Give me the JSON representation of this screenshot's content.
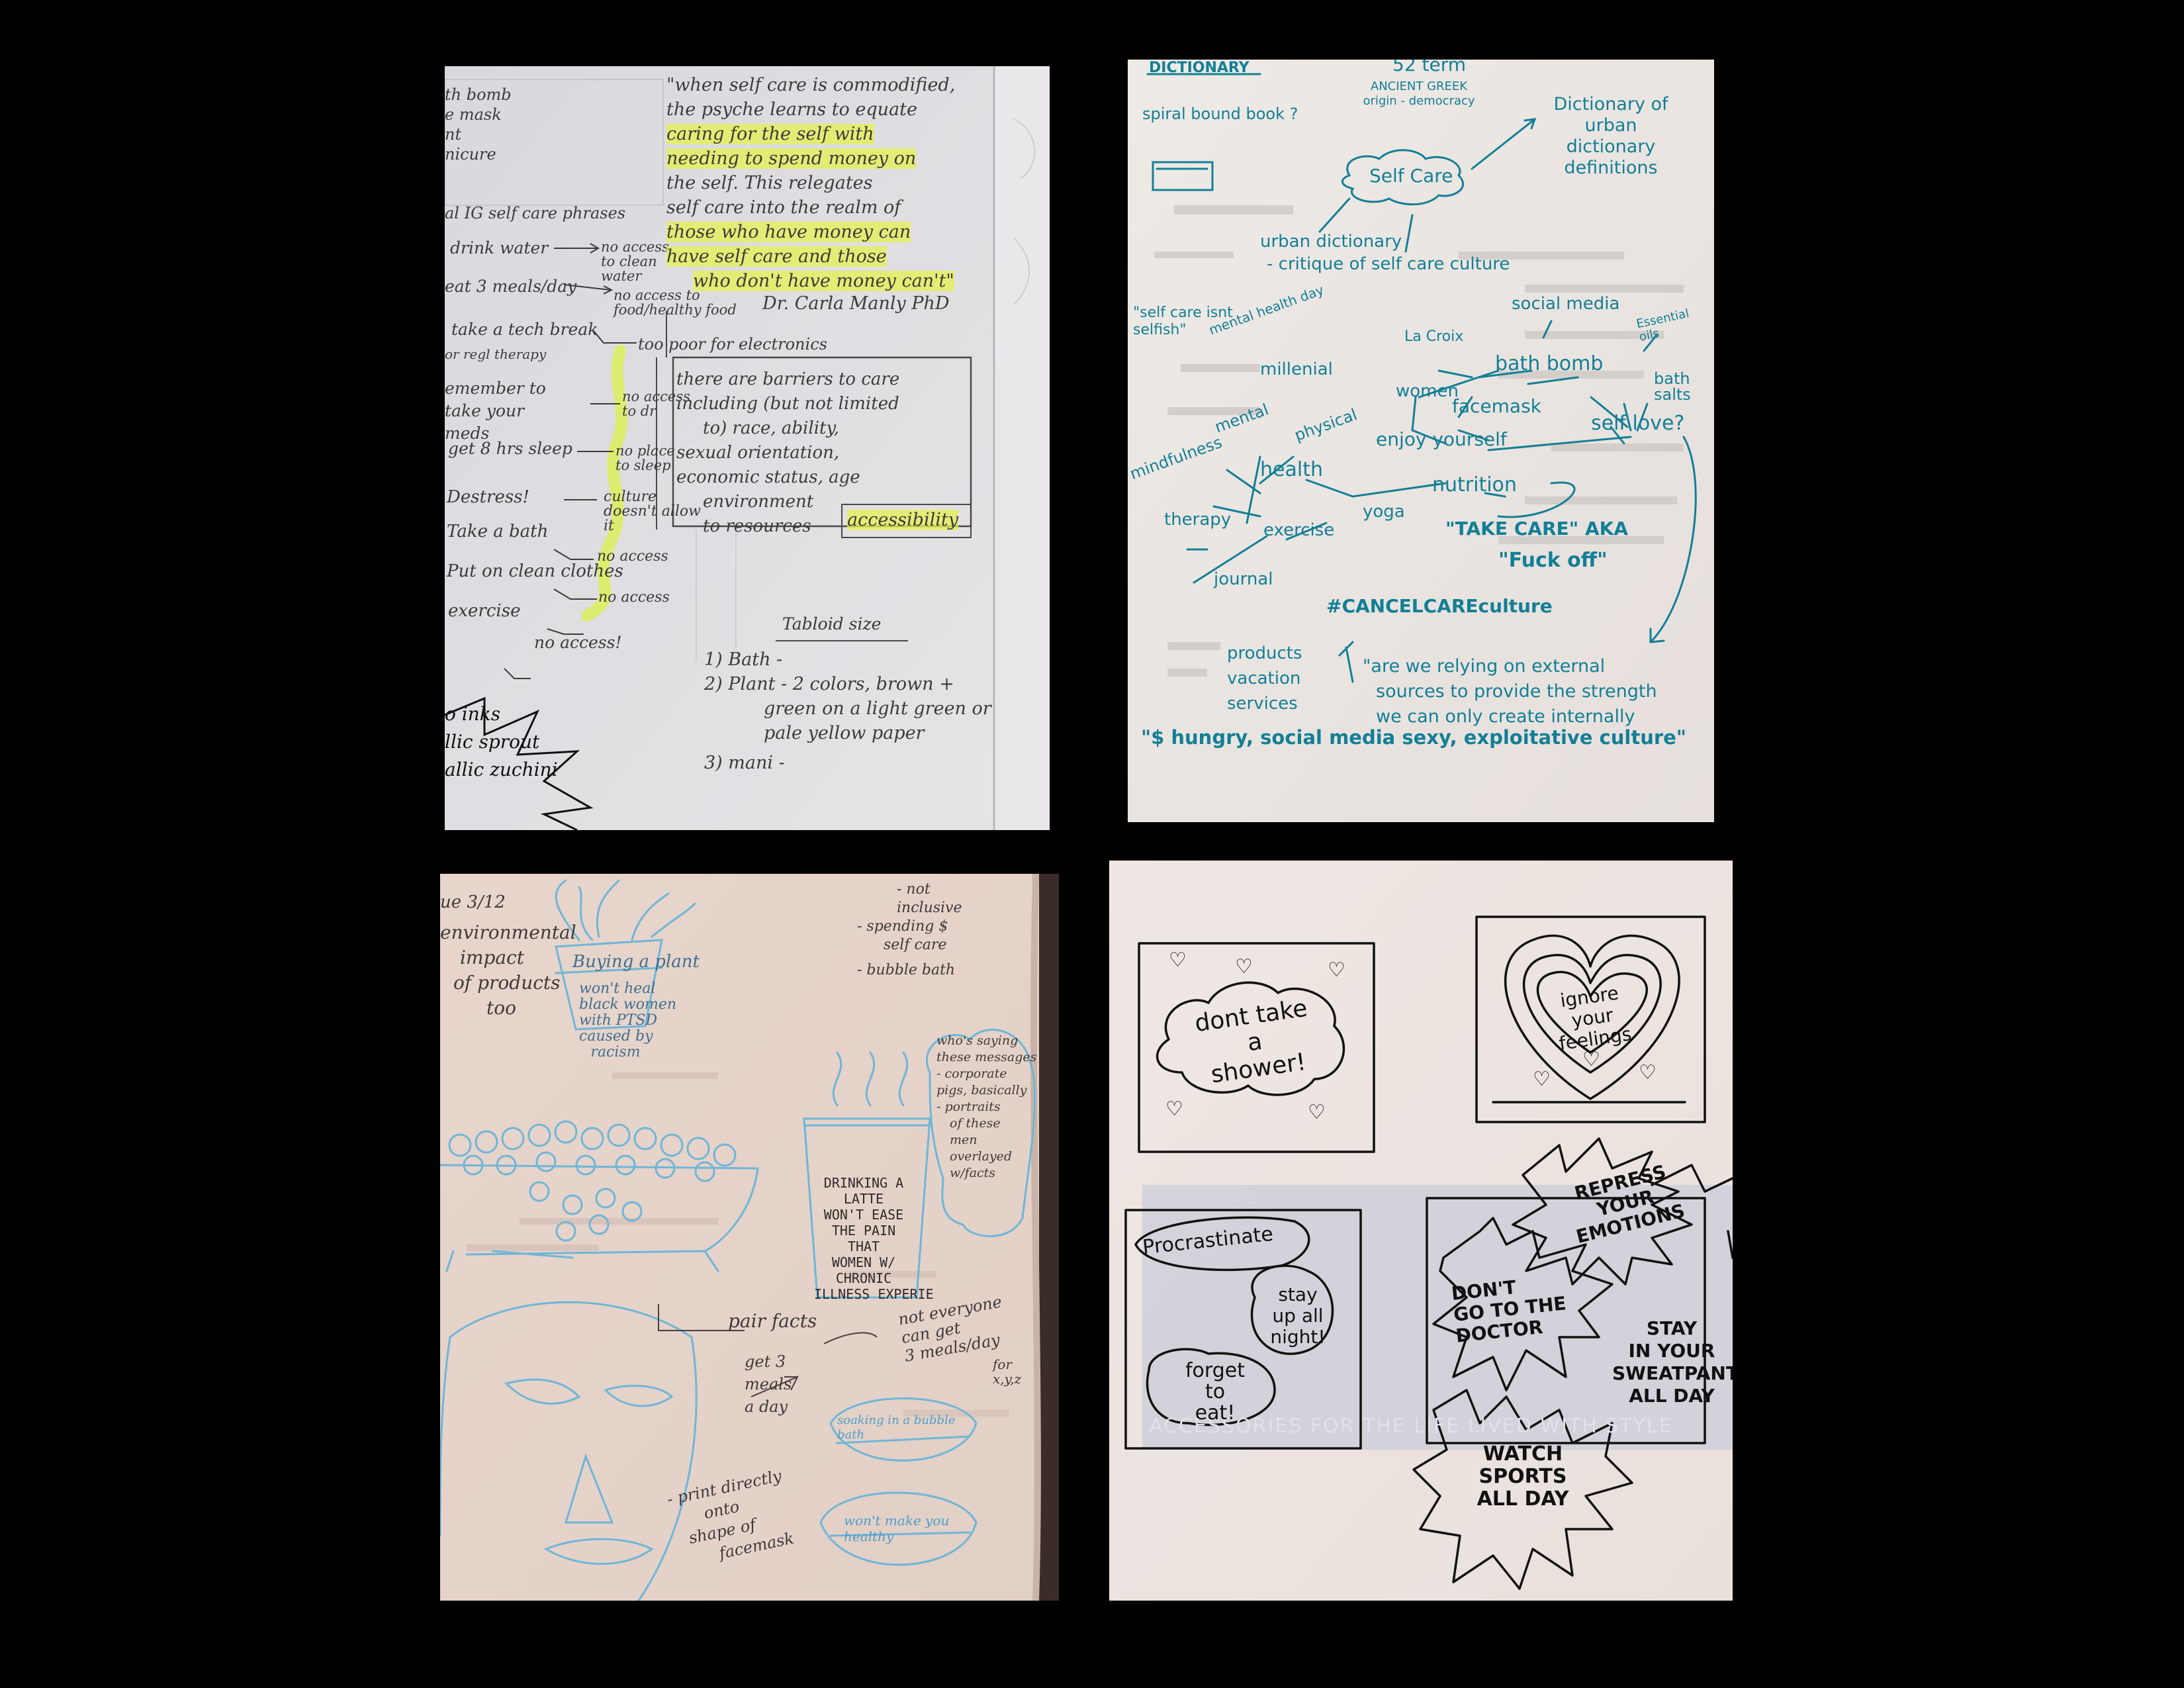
{
  "panel1": {
    "side_list": [
      "th bomb",
      "e mask",
      "nt",
      "nicure"
    ],
    "ig_heading": "al IG self care phrases",
    "phrases": [
      {
        "phrase": "drink water",
        "result": "no access to clean water"
      },
      {
        "phrase": "eat 3 meals/day",
        "result": "no access to food/healthy food"
      },
      {
        "phrase": "take a tech break",
        "result": "too poor for electronics"
      },
      {
        "phrase": "or regl therapy",
        "result": ""
      },
      {
        "phrase": "emember to take your meds",
        "result": "no access to dr"
      },
      {
        "phrase": "get 8 hrs sleep",
        "result": "no place to sleep"
      },
      {
        "phrase": "Destress!",
        "result": "culture doesn't allow it"
      },
      {
        "phrase": "Take a bath",
        "result": "no access"
      },
      {
        "phrase": "Put on clean clothes",
        "result": "no access"
      },
      {
        "phrase": "exercise",
        "result": "no access!"
      }
    ],
    "quote_lines": [
      "\"when self care is commodified,",
      "the psyche learns to equate",
      "caring for the self with",
      "needing to spend money on",
      "the self. This relegates",
      "self care into the realm of",
      "those who have money can",
      "have self care and those",
      "who don't have money can't\""
    ],
    "quote_author": "Dr. Carla Manly PhD",
    "barriers_lines": [
      "there are barriers to care",
      "including (but not limited",
      "to)   race, ability,",
      "sexual orientation,",
      "economic status, age",
      "environment",
      "to resources"
    ],
    "accessibility_label": "accessibility",
    "tabloid_heading": "Tabloid size",
    "tabloid_items": [
      "1) Bath -",
      "2) Plant - 2 colors, brown +",
      "green on a light green or",
      "pale yellow paper",
      "3) mani -"
    ],
    "burst_lines": [
      "o inks",
      "llic sprout",
      "allic zuchini"
    ]
  },
  "panel2": {
    "dictionary_label": "DICTIONARY",
    "top_partial": "52 term",
    "spiral": "spiral bound book ?",
    "ancient": "ANCIENT GREEK origin - democracy",
    "self_care": "Self Care",
    "dict_urban": "Dictionary of urban dictionary definitions",
    "urban": "urban dictionary",
    "critique": "- critique of self care culture",
    "not_selfish": "\"self care isnt selfish\"",
    "mental_health_day": "mental health day",
    "la_croix": "La Croix",
    "social_media": "social media",
    "essential_oils": "Essential oils",
    "millenial": "millenial",
    "women": "women",
    "bath_bomb": "bath bomb",
    "bath_salts": "bath salts",
    "facemask": "facemask",
    "mental": "mental",
    "physical": "physical",
    "mindfulness": "mindfulness",
    "enjoy": "enjoy yourself",
    "self_love": "self love?",
    "health": "health",
    "nutrition": "nutrition",
    "therapy": "therapy",
    "exercise": "exercise",
    "yoga": "yoga",
    "take_care": "\"TAKE CARE\" AKA",
    "f_off": "\"Fuck off\"",
    "journal": "journal",
    "hashtag": "#CANCELCAREculture",
    "products_list": [
      "products",
      "vacation",
      "services"
    ],
    "external_lines": [
      "\"are we relying on external",
      "sources to provide the strength",
      "we can only create internally"
    ],
    "bottom_quote": "\"$ hungry, social media sexy, exploitative culture\""
  },
  "panel3": {
    "date": "ue 3/12",
    "env_lines": [
      "environmental",
      "impact",
      "of products",
      "too"
    ],
    "top_right": [
      "- not",
      "inclusive",
      "- spending $",
      "self care",
      "- bubble bath"
    ],
    "buying_plant": "Buying a plant",
    "pot_lines": [
      "won't heal",
      "black women",
      "with PTSD",
      "caused by",
      "racism"
    ],
    "whos_lines": [
      "who's saying",
      "these messages",
      "- corporate",
      "pigs, basically",
      "- portraits",
      "of these",
      "men",
      "overlayed",
      "w/facts"
    ],
    "latte_lines": [
      "DRINKING A",
      "LATTE",
      "WON'T EASE",
      "THE PAIN",
      "THAT",
      "WOMEN W/",
      "CHRONIC",
      "ILLNESS EXPERIE"
    ],
    "pair_facts": "pair facts",
    "get3_lines": [
      "get 3",
      "meals",
      "a day"
    ],
    "not_everyone_lines": [
      "not everyone",
      "can get",
      "3 meals/day"
    ],
    "for_xyz": "for x,y,z",
    "soaking": "soaking in a bubble bath",
    "wont_make": "won't make you healthy",
    "print_lines": [
      "- print directly",
      "onto",
      "shape of",
      "facemask"
    ]
  },
  "panel4": {
    "dont_shower": [
      "dont take",
      "a",
      "shower!"
    ],
    "ignore_feelings": [
      "ignore",
      "your",
      "feelings"
    ],
    "repress": [
      "REPRESS",
      "YOUR",
      "EMOTIONS"
    ],
    "procrastinate": "Procrastinate",
    "stay_up": [
      "stay",
      "up all",
      "night!"
    ],
    "forget_eat": [
      "forget",
      "to",
      "eat!"
    ],
    "dont_doctor": [
      "DON'T",
      "GO TO THE",
      "DOCTOR"
    ],
    "stay_sweatpants": [
      "STAY",
      "IN YOUR",
      "SWEATPANTS",
      "ALL DAY"
    ],
    "watch_sports": [
      "WATCH",
      "SPORTS",
      "ALL DAY"
    ],
    "faint_bg": "ACCESSORIES FOR THE LIFE LIVED WITH STYLE"
  }
}
